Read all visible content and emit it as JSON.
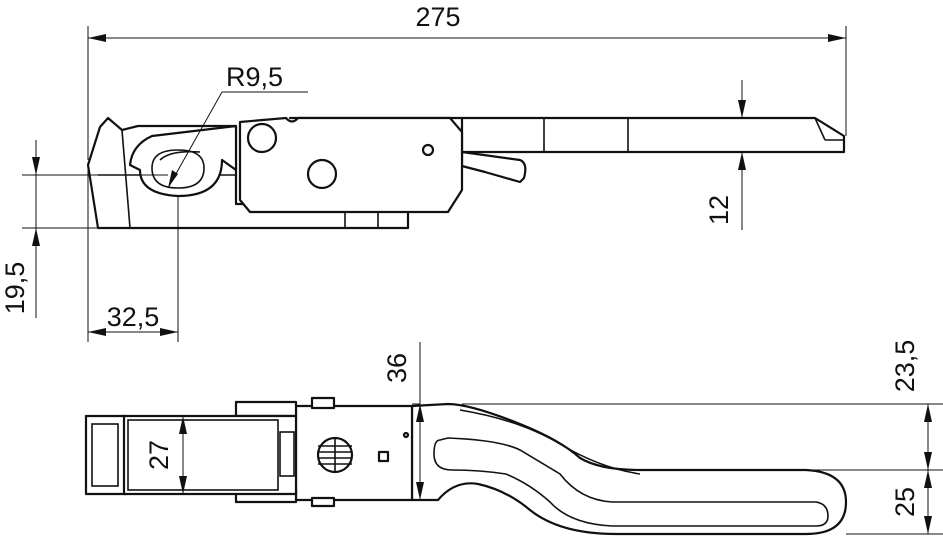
{
  "drawing": {
    "dimensions": {
      "overall_length": "275",
      "radius": "R9,5",
      "lever_height": "12",
      "hook_height": "19,5",
      "hook_offset": "32,5",
      "bottom_width": "36",
      "housing_width": "27",
      "handle_offset": "23,5",
      "handle_width": "25"
    }
  }
}
